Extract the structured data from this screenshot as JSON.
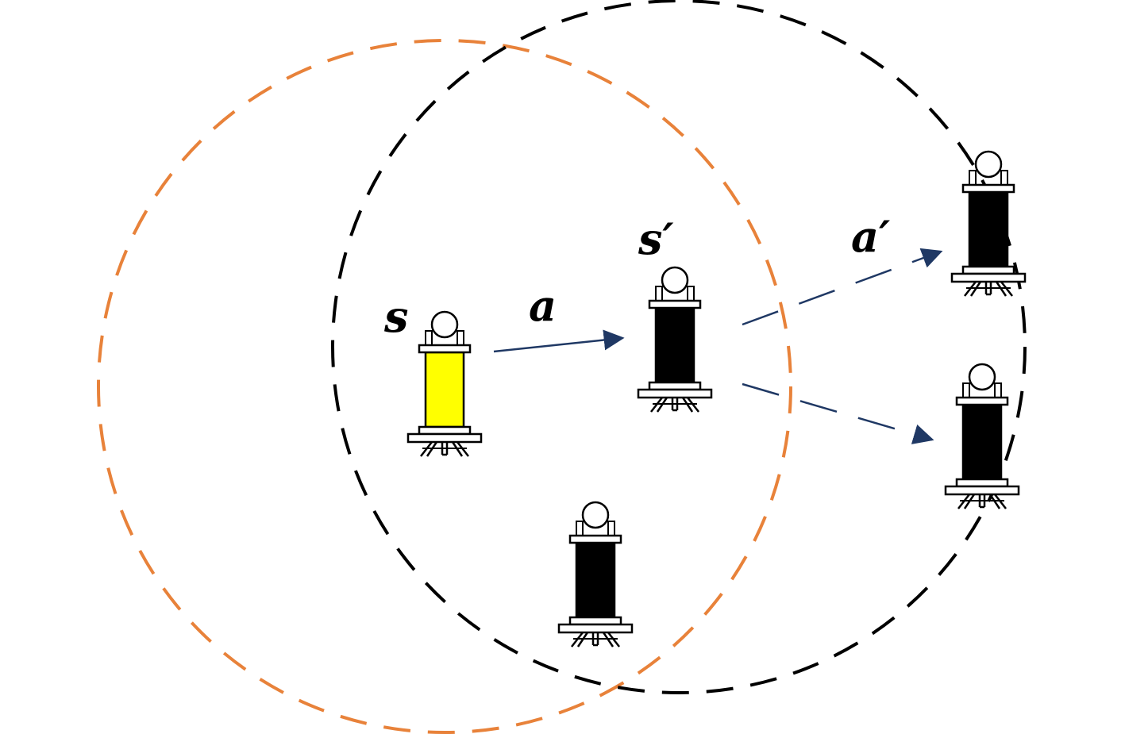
{
  "labels": {
    "state": "s",
    "next_state": "s′",
    "action": "a",
    "next_action": "a′"
  },
  "colors": {
    "background": "#ffffff",
    "range_circle_current": "#e8823a",
    "range_circle_next": "#000000",
    "selected_node_fill": "#ffff00",
    "node_fill": "#000000",
    "arrow": "#1f3864",
    "outline": "#000000"
  },
  "legend": {
    "node_selected_icon": "yellow-sensor-node-icon",
    "node_icon": "black-sensor-node-icon"
  }
}
